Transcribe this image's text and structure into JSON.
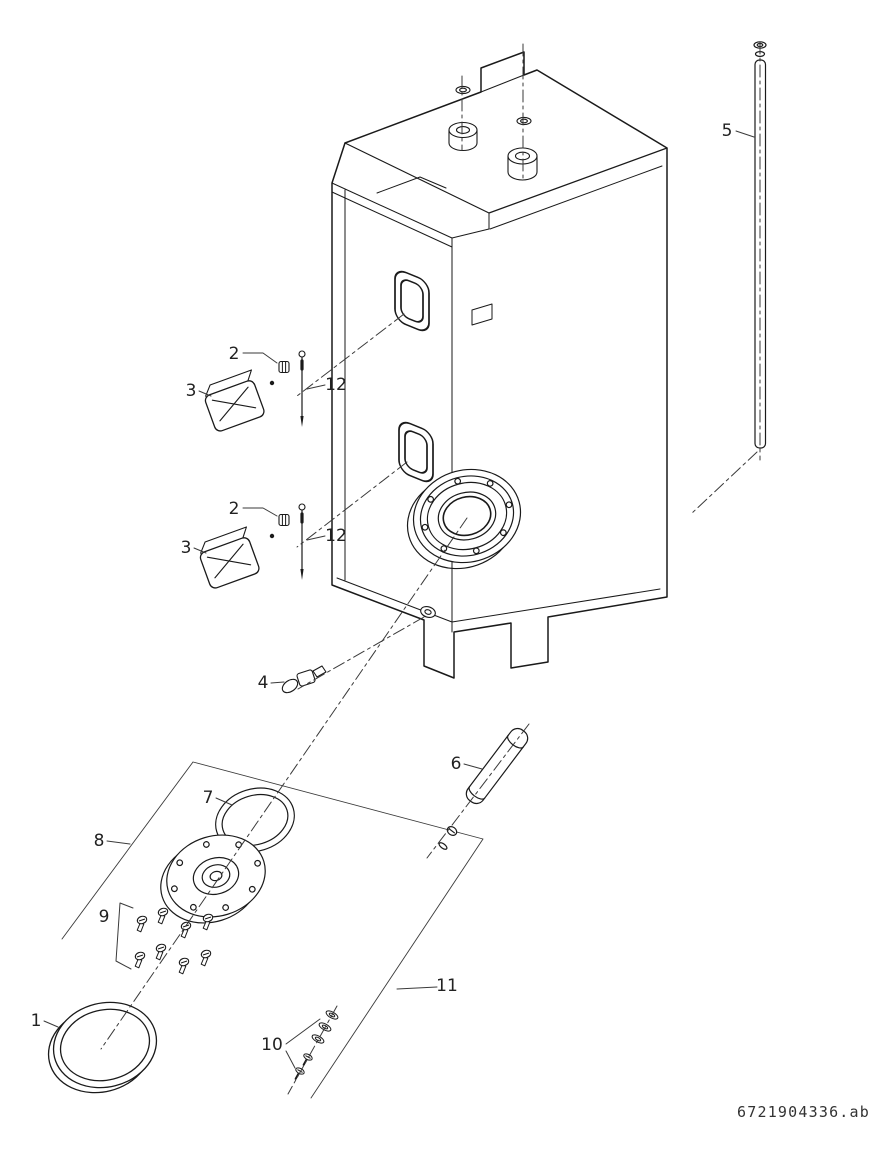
{
  "colors": {
    "background": "#ffffff",
    "ink": "#1a1a1a"
  },
  "drawing_code": "6721904336.ab",
  "labels": {
    "part1": "1",
    "part2_upper": "2",
    "part2_lower": "2",
    "part3_upper": "3",
    "part3_lower": "3",
    "part4": "4",
    "part5": "5",
    "part6": "6",
    "part7": "7",
    "part8": "8",
    "part9": "9",
    "part10": "10",
    "part11": "11",
    "part12_upper": "12",
    "part12_lower": "12"
  }
}
